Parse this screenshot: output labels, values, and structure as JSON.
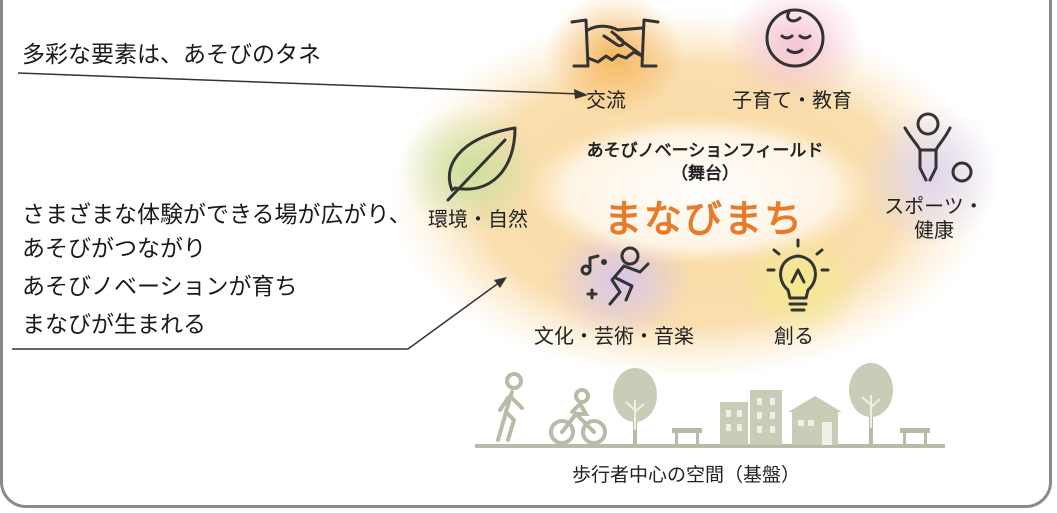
{
  "left_notes": {
    "top": "多彩な要素は、あそびのタネ",
    "lines": [
      "さまざまな体験ができる場が広がり、",
      "あそびがつながり",
      "あそびノベーションが育ち",
      "まなびが生まれる"
    ]
  },
  "center": {
    "field_title": "あそびノベーションフィールド",
    "stage_label": "（舞台）",
    "main_title": "まなびまち"
  },
  "nodes": {
    "exchange": "交流",
    "parenting": "子育て・教育",
    "nature": "環境・自然",
    "sports_line1": "スポーツ・",
    "sports_line2": "健康",
    "culture": "文化・芸術・音楽",
    "create": "創る"
  },
  "base_label": "歩行者中心の空間（基盤）",
  "colors": {
    "orange_glow": "#f7c46c",
    "pink_glow": "#f4c8d8",
    "purple_glow": "#d9c8ee",
    "yellow_glow": "#f3ec9c",
    "green_glow": "#cfe3a6",
    "accent_title": "#e87a2a",
    "icon_stroke": "#333333",
    "tree_fill": "#c9cdb8"
  }
}
